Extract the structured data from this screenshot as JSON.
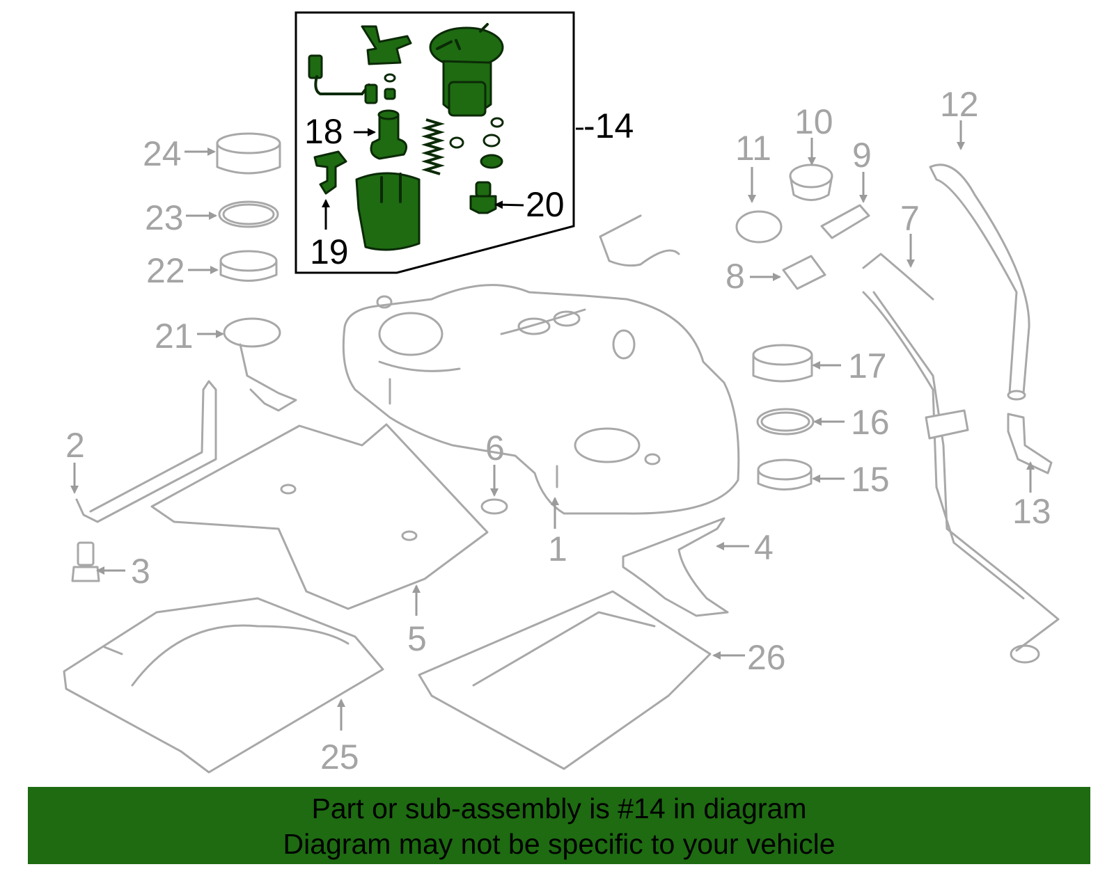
{
  "diagram": {
    "highlight_color": "#1e6b12",
    "callouts": {
      "c1": "1",
      "c2": "2",
      "c3": "3",
      "c4": "4",
      "c5": "5",
      "c6": "6",
      "c7": "7",
      "c8": "8",
      "c9": "9",
      "c10": "10",
      "c11": "11",
      "c12": "12",
      "c13": "13",
      "c14": "-14",
      "c15": "15",
      "c16": "16",
      "c17": "17",
      "c18": "18",
      "c19": "19",
      "c20": "20",
      "c21": "21",
      "c22": "22",
      "c23": "23",
      "c24": "24",
      "c25": "25",
      "c26": "26"
    }
  },
  "banner": {
    "line1": "Part or sub-assembly is #14 in diagram",
    "line2": "Diagram may not be specific to your vehicle",
    "background": "#1e6b12"
  }
}
